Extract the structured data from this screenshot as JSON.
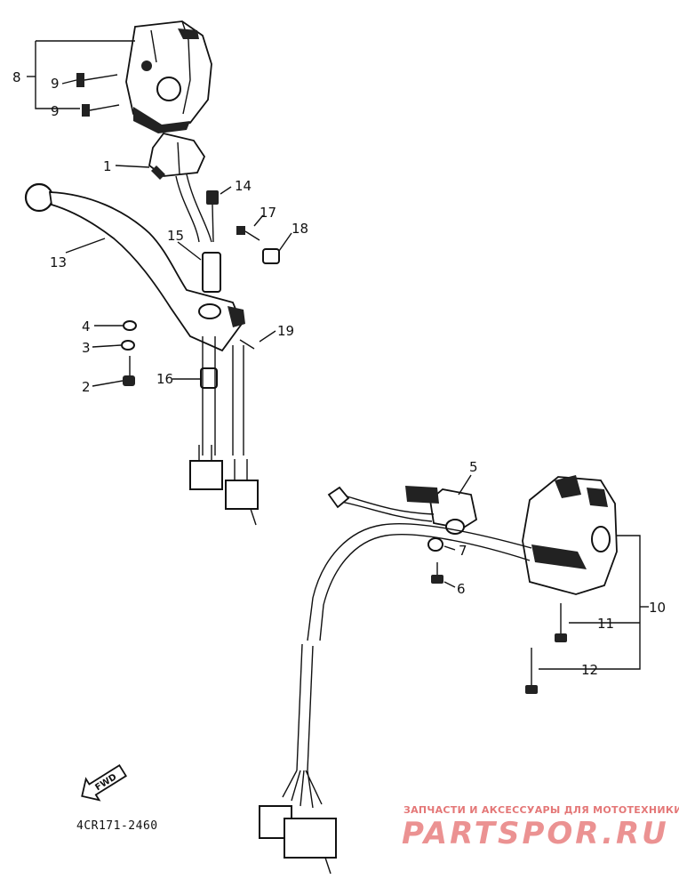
{
  "callouts": {
    "c1": "1",
    "c2": "2",
    "c3": "3",
    "c4": "4",
    "c5": "5",
    "c6": "6",
    "c7": "7",
    "c8": "8",
    "c9a": "9",
    "c9b": "9",
    "c10": "10",
    "c11": "11",
    "c12": "12",
    "c13": "13",
    "c14": "14",
    "c15": "15",
    "c16": "16",
    "c17": "17",
    "c18": "18",
    "c19": "19"
  },
  "part_code": "4CR171-2460",
  "fwd_label": "FWD",
  "watermark": {
    "tagline": "ЗАПЧАСТИ И АКСЕССУАРЫ ДЛЯ МОТОТЕХНИКИ",
    "logo": "PARTSPOR.RU",
    "color": "#e06060"
  }
}
